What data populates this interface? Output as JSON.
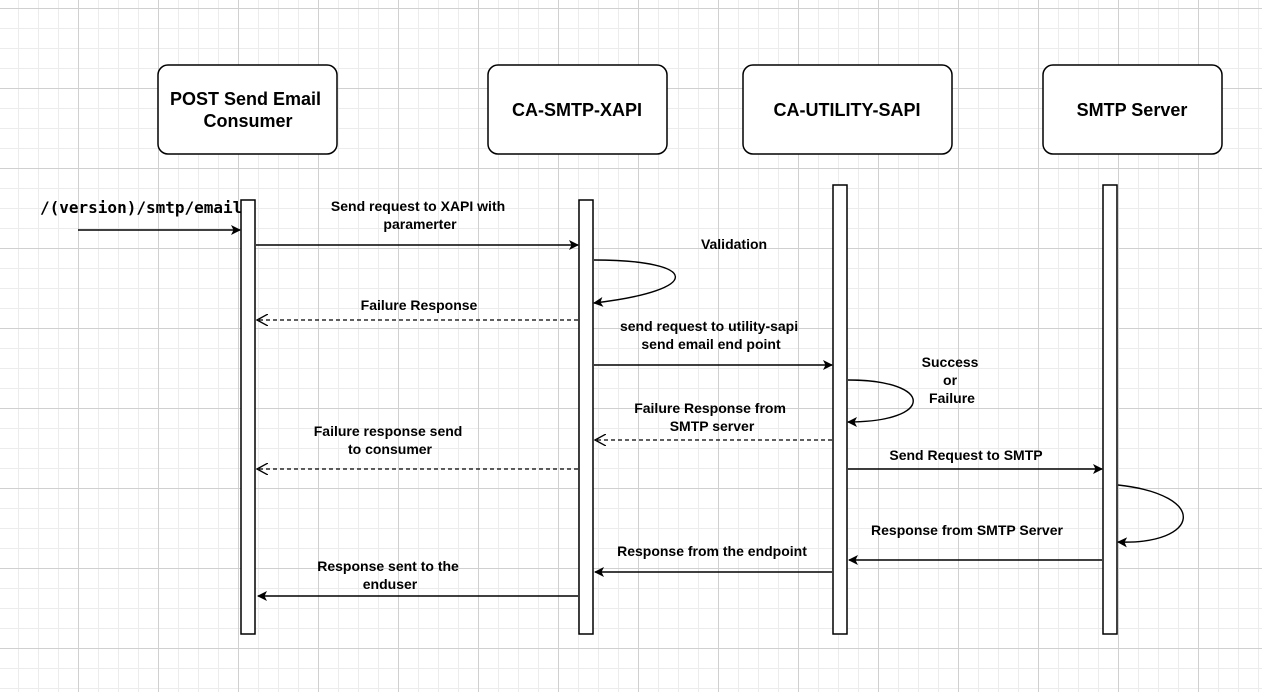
{
  "participants": {
    "consumer": [
      "POST Send Email",
      "Consumer"
    ],
    "xapi": [
      "CA-SMTP-XAPI"
    ],
    "sapi": [
      "CA-UTILITY-SAPI"
    ],
    "smtp": [
      "SMTP Server"
    ]
  },
  "entry_label": "/(version)/smtp/email",
  "messages": {
    "send_request": [
      "Send request to XAPI with",
      "paramerter"
    ],
    "validation": [
      "Validation"
    ],
    "failure_response": [
      "Failure Response"
    ],
    "send_to_sapi": [
      "send request to utility-sapi",
      "send email end point"
    ],
    "success_or_failure": [
      "Success",
      "or",
      "Failure"
    ],
    "failure_from_smtp": [
      "Failure Response from",
      "SMTP server"
    ],
    "failure_to_consumer": [
      "Failure response send",
      "to consumer"
    ],
    "send_to_smtp": [
      "Send Request to SMTP"
    ],
    "response_from_smtp": [
      "Response from SMTP Server"
    ],
    "response_from_endpoint": [
      "Response from the endpoint"
    ],
    "response_to_enduser": [
      "Response sent to the",
      "enduser"
    ]
  }
}
